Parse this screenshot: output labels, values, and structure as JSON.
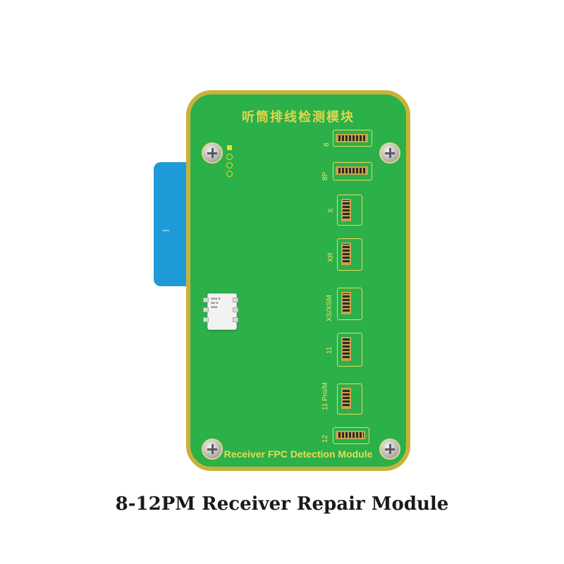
{
  "board": {
    "title_cn": "听筒排线检测模块",
    "label": "Receiver FPC Detection Module"
  },
  "connectors": [
    {
      "label": "8"
    },
    {
      "label": "8P"
    },
    {
      "label": "X"
    },
    {
      "label": "XR"
    },
    {
      "label": "XS/XSM"
    },
    {
      "label": "11"
    },
    {
      "label": "11 Pro/M"
    },
    {
      "label": "12"
    }
  ],
  "caption": "8-12PM Receiver Repair Module",
  "colors": {
    "board": "#2bb04a",
    "border": "#c9b23a",
    "tab": "#1f9ad8",
    "silkscreen": "#e8dc52"
  }
}
